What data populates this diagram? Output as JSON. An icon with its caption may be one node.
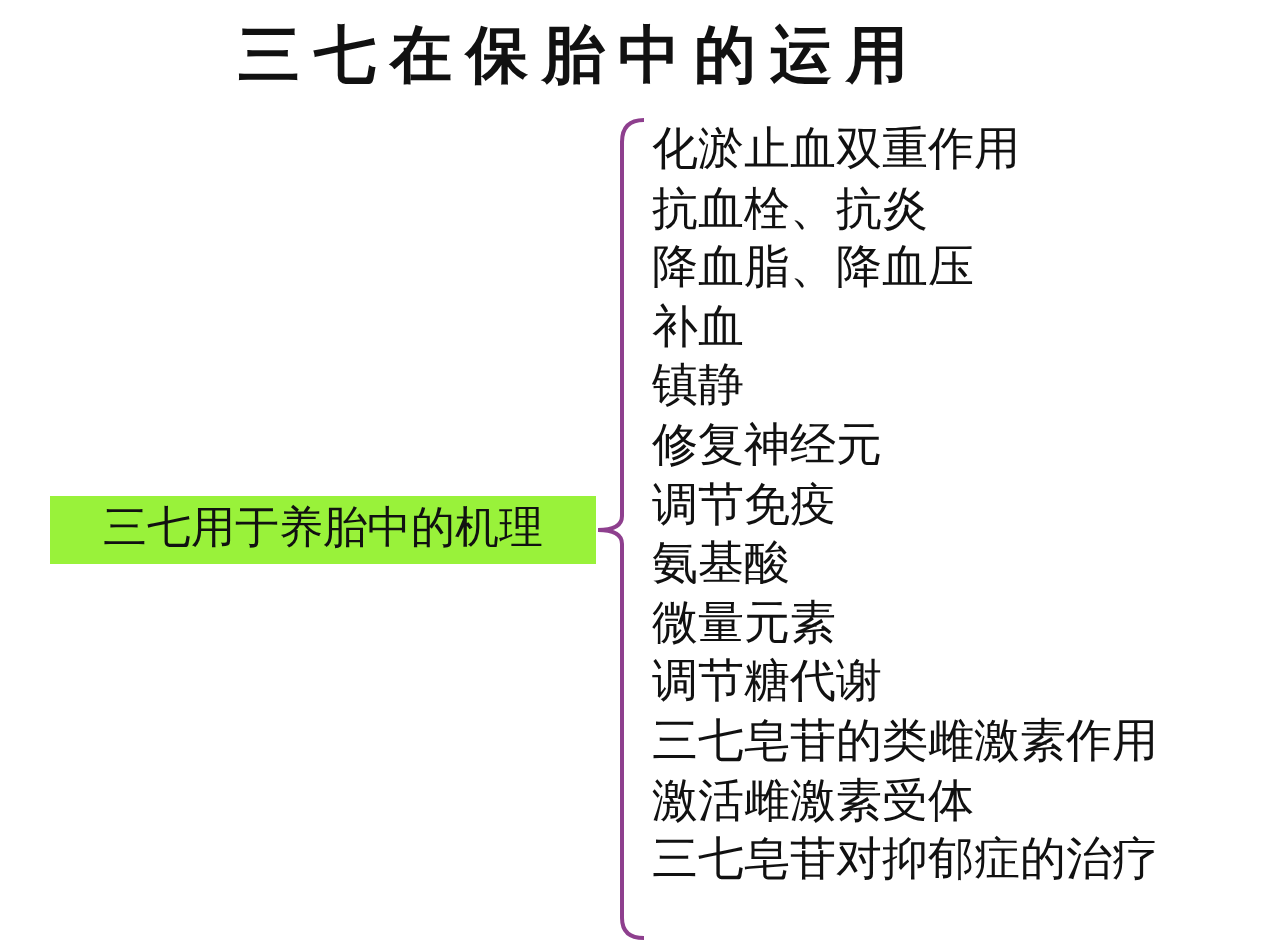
{
  "diagram": {
    "title": "三七在保胎中的运用",
    "nodes": [
      {
        "text": [
          "三七用于养胎中的机理"
        ]
      }
    ],
    "labels": [
      "化淤止血双重作用",
      "抗血栓、抗炎",
      "降血脂、降血压",
      "补血",
      "镇静",
      "修复神经元",
      "调节免疫",
      "氨基酸",
      "微量元素",
      "调节糖代谢",
      "三七皂苷的类雌激素作用",
      "激活雌激素受体",
      "三七皂苷对抑郁症的治疗"
    ]
  }
}
